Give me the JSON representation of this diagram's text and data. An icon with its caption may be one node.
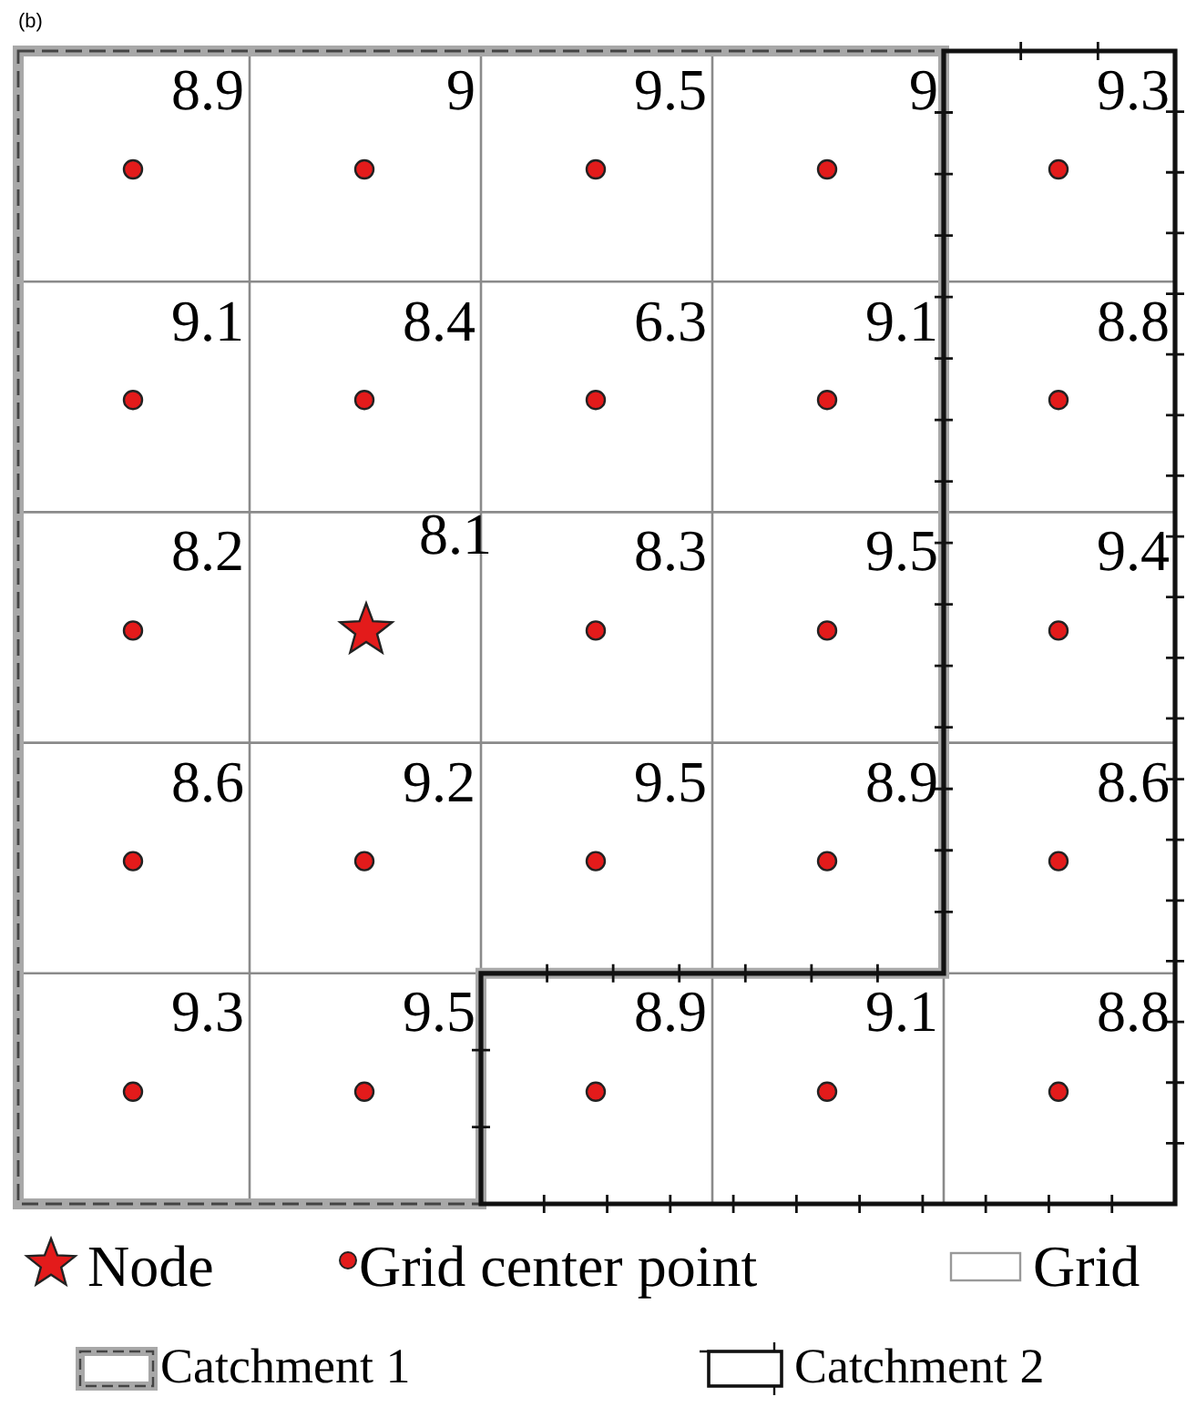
{
  "diagram": {
    "labels": [
      "(b)",
      "8.9",
      "9",
      "9.5",
      "9",
      "9.3",
      "9.1",
      "8.4",
      "6.3",
      "9.1",
      "8.8",
      "8.2",
      "8.1",
      "8.3",
      "9.5",
      "9.4",
      "8.6",
      "9.2",
      "9.5",
      "8.9",
      "8.6",
      "9.3",
      "9.5",
      "8.9",
      "9.1",
      "8.8"
    ],
    "legend": [
      {
        "text": "Node"
      },
      {
        "text": "Grid center point"
      },
      {
        "text": "Grid"
      },
      {
        "text": "Catchment 1"
      },
      {
        "text": "Catchment 2"
      }
    ]
  }
}
